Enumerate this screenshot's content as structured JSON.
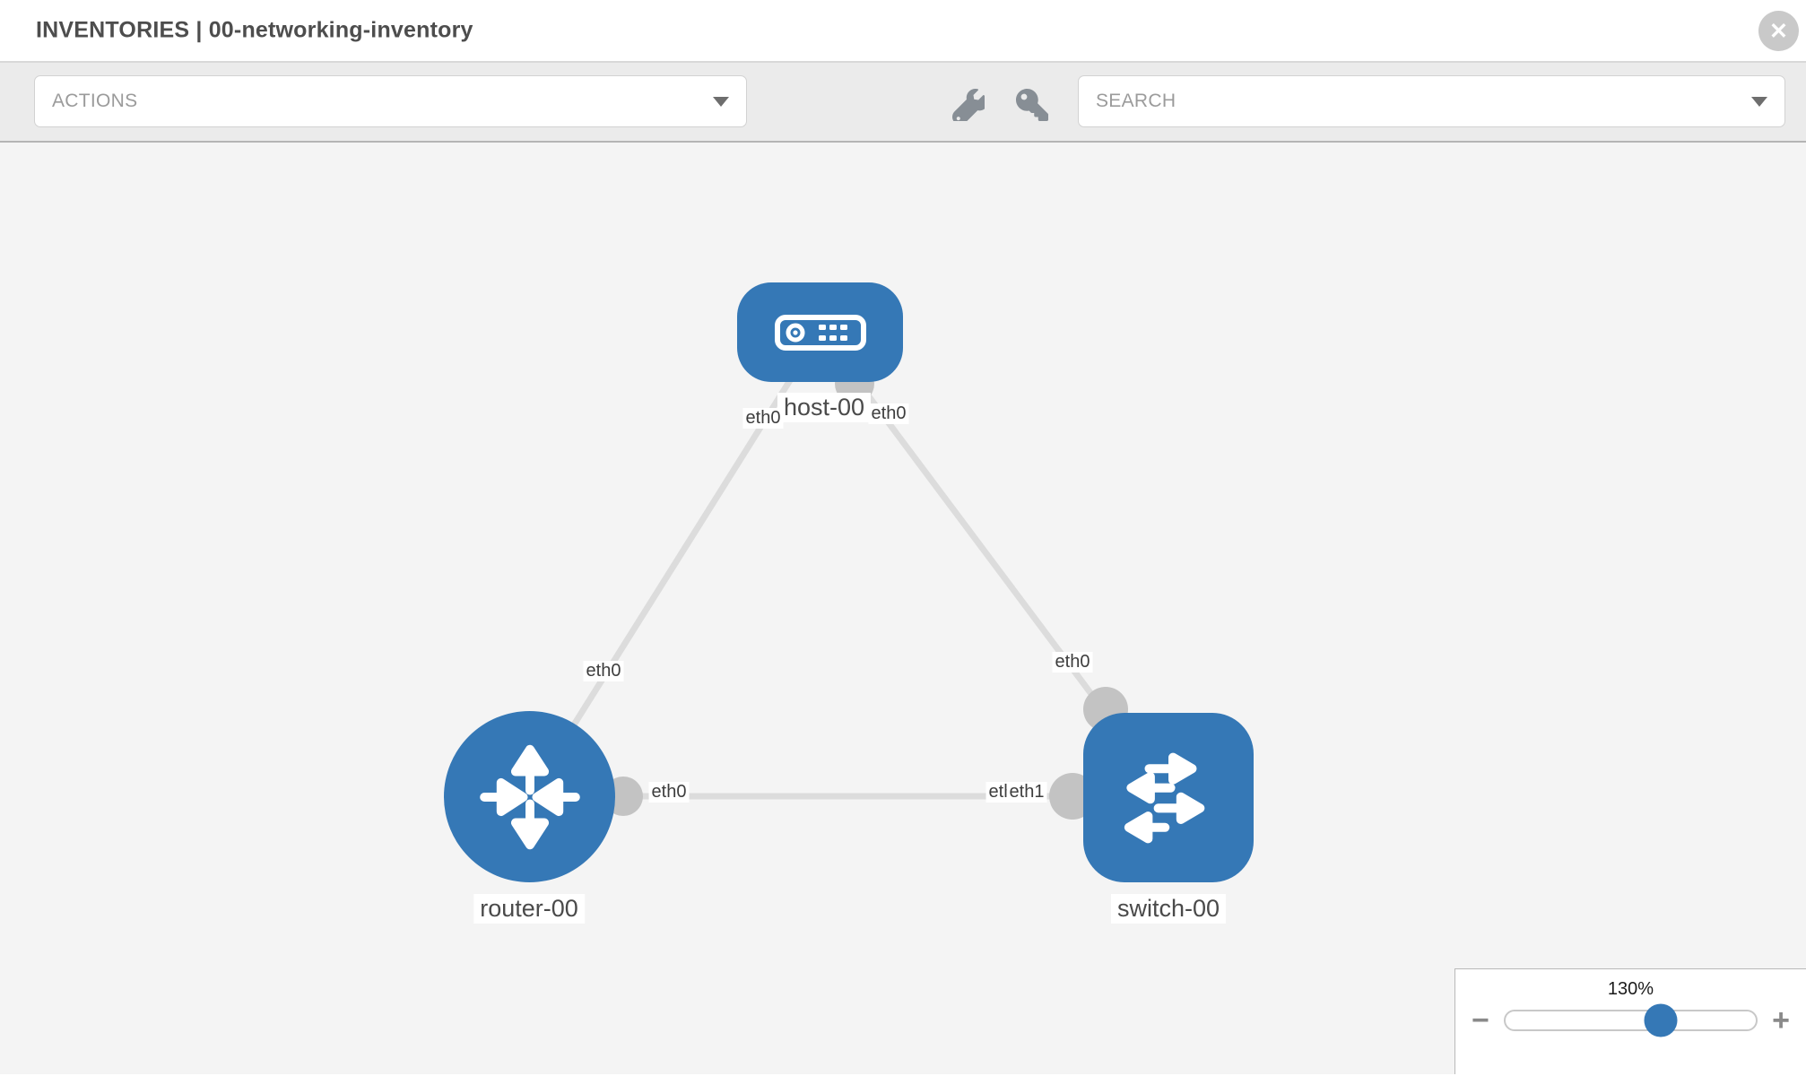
{
  "header": {
    "title": "INVENTORIES | 00-networking-inventory",
    "close_glyph": "✕"
  },
  "toolbar": {
    "actions_label": "ACTIONS",
    "search_placeholder": "SEARCH",
    "icons": [
      "wrench-icon",
      "key-icon"
    ]
  },
  "topology": {
    "nodes": [
      {
        "id": "host-00",
        "label": "host-00",
        "type": "host",
        "shape": "rounded-rect"
      },
      {
        "id": "router-00",
        "label": "router-00",
        "type": "router",
        "shape": "circle"
      },
      {
        "id": "switch-00",
        "label": "switch-00",
        "type": "switch",
        "shape": "rounded-square"
      }
    ],
    "links": [
      {
        "from": "router-00",
        "to": "host-00",
        "from_interface": "eth0",
        "to_interface": "eth0"
      },
      {
        "from": "host-00",
        "to": "switch-00",
        "from_interface": "eth0",
        "to_interface": "eth0"
      },
      {
        "from": "router-00",
        "to": "switch-00",
        "from_interface": "eth0",
        "to_interfaces": [
          "eth0",
          "eth1"
        ]
      }
    ]
  },
  "zoom_control": {
    "level": "130%",
    "minus_glyph": "−",
    "plus_glyph": "+"
  },
  "colors": {
    "node_blue": "#3578b6",
    "link_gray": "#dcdcdc",
    "connector_gray": "#c3c3c3",
    "canvas_bg": "#f4f4f4",
    "toolbar_bg": "#ebebeb"
  }
}
